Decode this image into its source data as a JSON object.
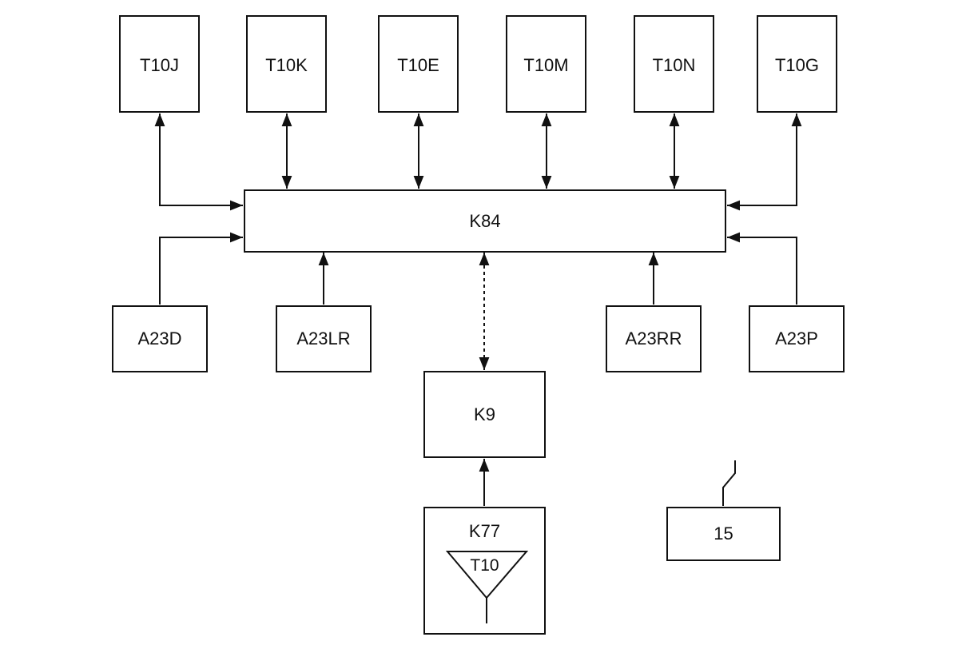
{
  "diagram": {
    "top_modules": [
      "T10J",
      "T10K",
      "T10E",
      "T10M",
      "T10N",
      "T10G"
    ],
    "central_module": "K84",
    "lower_modules": [
      "A23D",
      "A23LR",
      "A23RR",
      "A23P"
    ],
    "gateway_module": "K9",
    "antenna_module": {
      "name": "K77",
      "antenna_label": "T10"
    },
    "ground_box": "15",
    "connections": [
      {
        "from": "T10J",
        "to": "K84",
        "type": "bidirectional"
      },
      {
        "from": "T10K",
        "to": "K84",
        "type": "bidirectional"
      },
      {
        "from": "T10E",
        "to": "K84",
        "type": "bidirectional"
      },
      {
        "from": "T10M",
        "to": "K84",
        "type": "bidirectional"
      },
      {
        "from": "T10N",
        "to": "K84",
        "type": "bidirectional"
      },
      {
        "from": "T10G",
        "to": "K84",
        "type": "bidirectional"
      },
      {
        "from": "A23D",
        "to": "K84",
        "type": "directed"
      },
      {
        "from": "A23LR",
        "to": "K84",
        "type": "directed"
      },
      {
        "from": "A23RR",
        "to": "K84",
        "type": "directed"
      },
      {
        "from": "A23P",
        "to": "K84",
        "type": "directed"
      },
      {
        "from": "K84",
        "to": "K9",
        "type": "bidirectional-dashed"
      },
      {
        "from": "K77",
        "to": "K9",
        "type": "directed"
      }
    ]
  }
}
